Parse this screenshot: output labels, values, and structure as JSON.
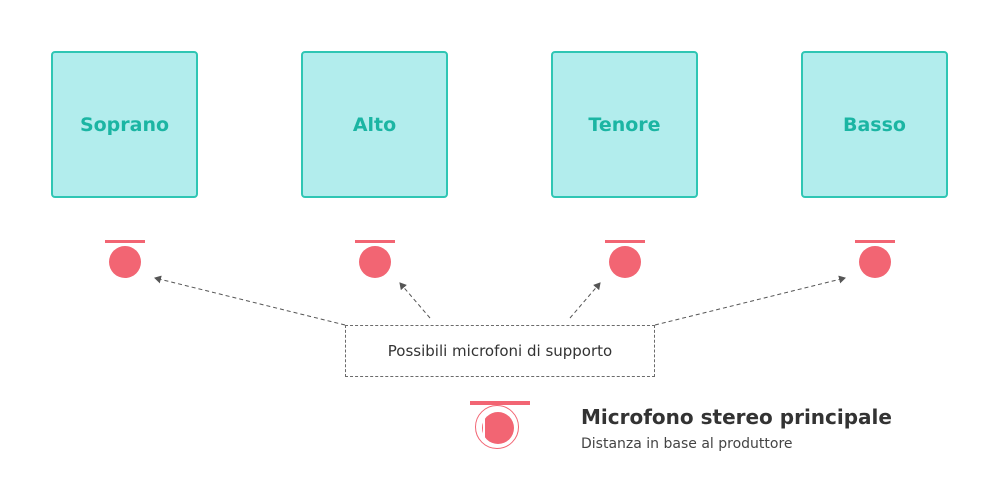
{
  "sections": [
    {
      "label": "Soprano"
    },
    {
      "label": "Alto"
    },
    {
      "label": "Tenore"
    },
    {
      "label": "Basso"
    }
  ],
  "support_callout": {
    "text": "Possibili microfoni di supporto"
  },
  "main_mic": {
    "title": "Microfono stereo principale",
    "subtitle": "Distanza in base al produttore"
  },
  "colors": {
    "section_fill": "#b2eded",
    "section_border": "#2fc6b4",
    "section_text": "#1bb5a3",
    "mic": "#f26573",
    "arrow": "#555555"
  },
  "icons": {
    "support_mic": "microphone-icon",
    "main_mic": "stereo-microphone-icon"
  }
}
